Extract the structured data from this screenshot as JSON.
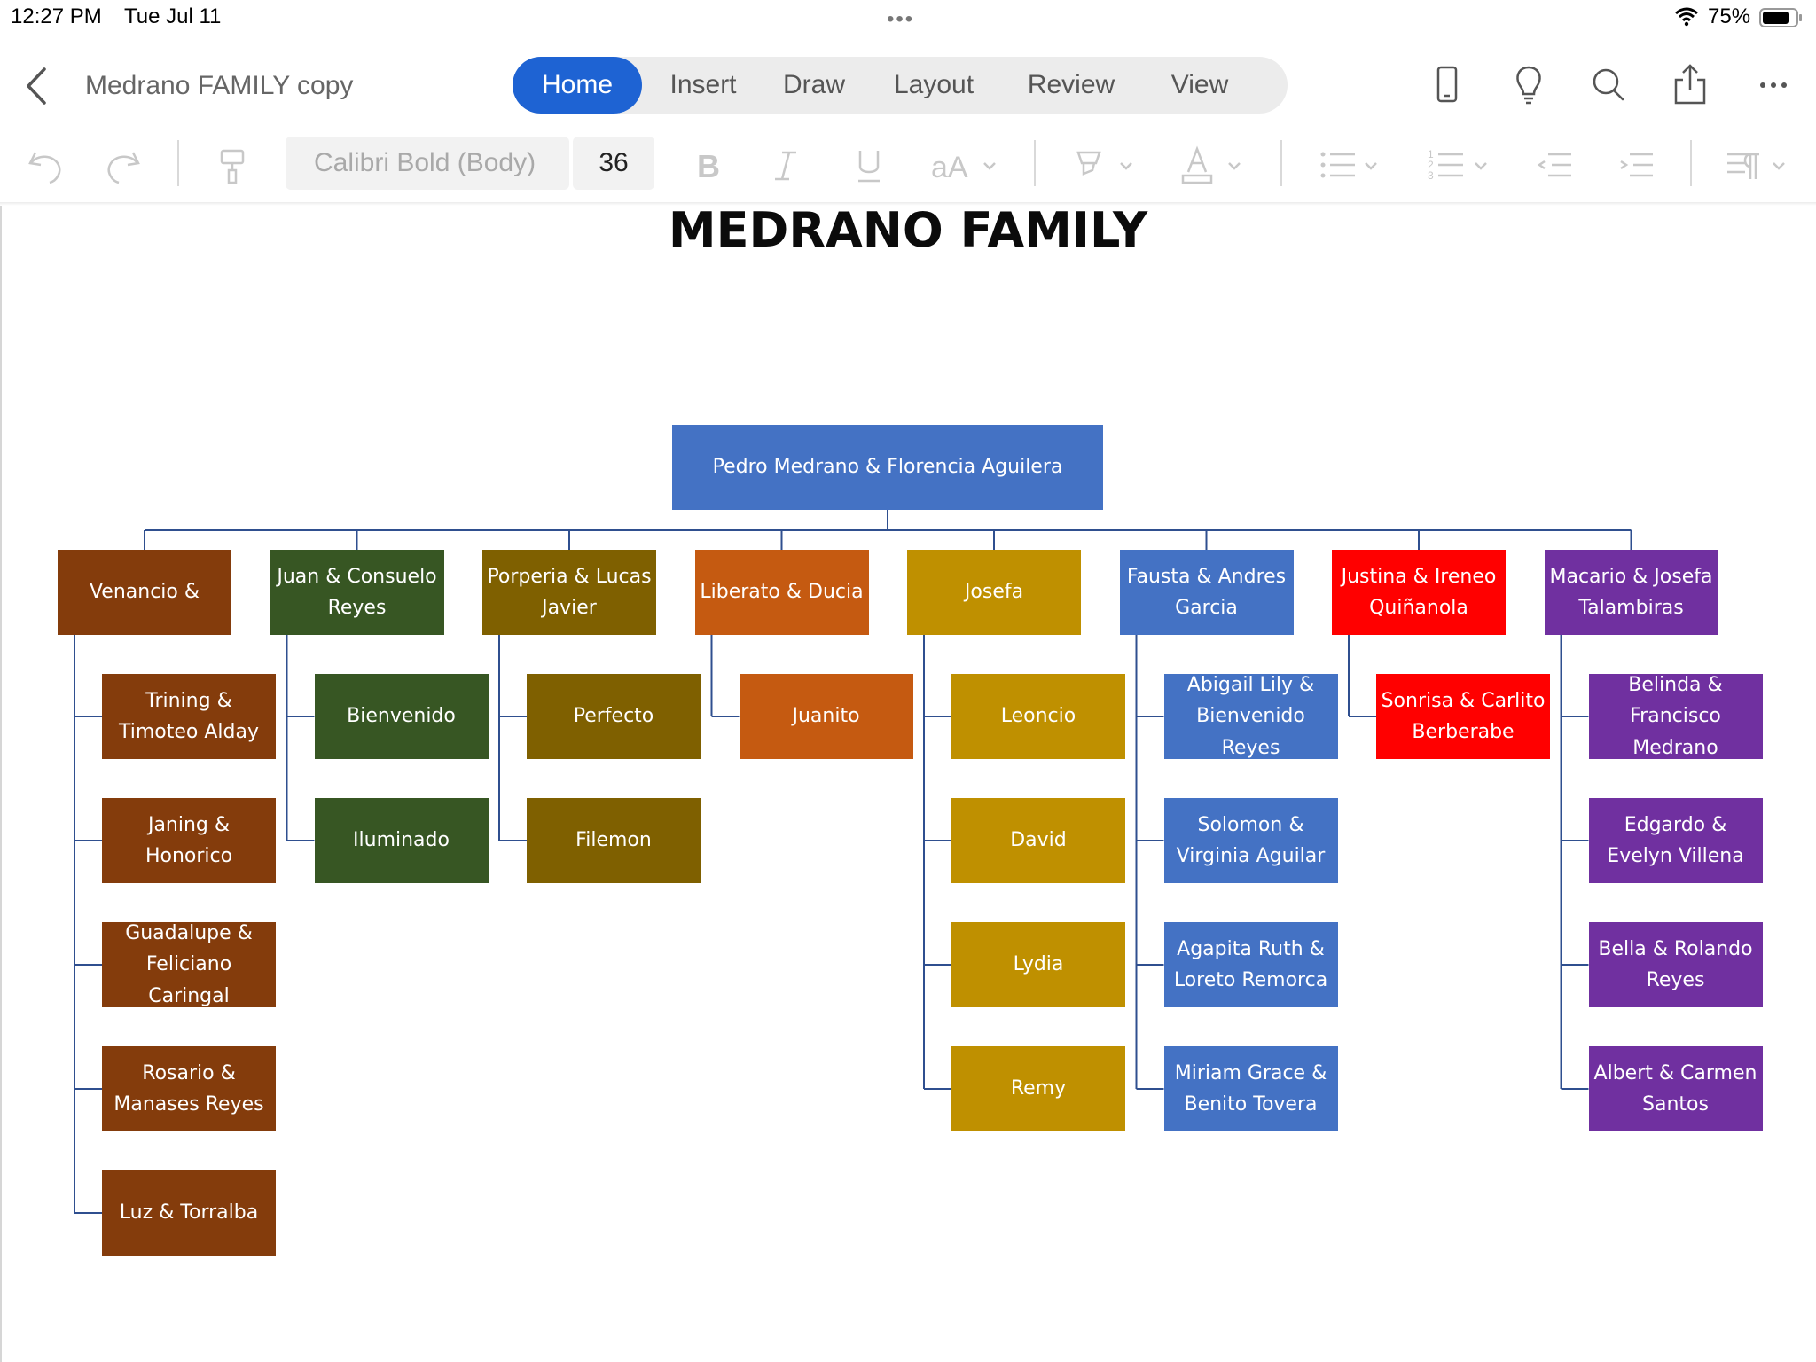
{
  "status_bar": {
    "time": "12:27 PM",
    "date": "Tue Jul 11",
    "battery": "75%"
  },
  "app": {
    "doc_title": "Medrano FAMILY copy",
    "tabs": [
      {
        "label": "Home",
        "active": true
      },
      {
        "label": "Insert",
        "active": false
      },
      {
        "label": "Draw",
        "active": false
      },
      {
        "label": "Layout",
        "active": false
      },
      {
        "label": "Review",
        "active": false
      },
      {
        "label": "View",
        "active": false
      }
    ],
    "accent_color": "#1e63d3",
    "right_icons": [
      "phone-layout-icon",
      "lightbulb-icon",
      "search-icon",
      "share-icon",
      "more-icon"
    ]
  },
  "toolbar": {
    "font_name": "Calibri Bold (Body)",
    "font_size": "36",
    "icons": [
      "undo-icon",
      "redo-icon",
      "format-painter-icon",
      "bold-icon",
      "italic-icon",
      "underline-icon",
      "font-case-icon",
      "highlight-icon",
      "font-color-icon",
      "bullet-list-icon",
      "numbered-list-icon",
      "decrease-indent-icon",
      "increase-indent-icon",
      "paragraph-icon"
    ]
  },
  "document": {
    "heading": "MEDRANO FAMILY",
    "root": {
      "text": "Pedro Medrano & Florencia Aguilera",
      "color": "#4472c4"
    },
    "branches": [
      {
        "text": "Venancio &",
        "color": "#843c0c",
        "children": [
          "Trining & Timoteo Alday",
          "Janing & Honorico",
          "Guadalupe & Feliciano Caringal",
          "Rosario & Manases Reyes",
          "Luz & Torralba"
        ]
      },
      {
        "text": "Juan & Consuelo Reyes",
        "color": "#375623",
        "children": [
          "Bienvenido",
          "Iluminado"
        ]
      },
      {
        "text": "Porperia & Lucas Javier",
        "color": "#7f6000",
        "children": [
          "Perfecto",
          "Filemon"
        ]
      },
      {
        "text": "Liberato & Ducia",
        "color": "#c55a11",
        "children": [
          "Juanito"
        ]
      },
      {
        "text": "Josefa",
        "color": "#bf9000",
        "children": [
          "Leoncio",
          "David",
          "Lydia",
          "Remy"
        ]
      },
      {
        "text": "Fausta & Andres Garcia",
        "color": "#4472c4",
        "children": [
          "Abigail Lily & Bienvenido Reyes",
          "Solomon & Virginia Aguilar",
          "Agapita Ruth & Loreto Remorca",
          "Miriam Grace & Benito Tovera"
        ]
      },
      {
        "text": "Justina & Ireneo Quiñanola",
        "color": "#ff0000",
        "children": [
          "Sonrisa & Carlito Berberabe"
        ]
      },
      {
        "text": "Macario & Josefa Talambiras",
        "color": "#7030a0",
        "children": [
          "Belinda & Francisco Medrano",
          "Edgardo & Evelyn Villena",
          "Bella & Rolando Reyes",
          "Albert & Carmen Santos"
        ]
      }
    ],
    "connector_color": "#2f4f8f"
  }
}
